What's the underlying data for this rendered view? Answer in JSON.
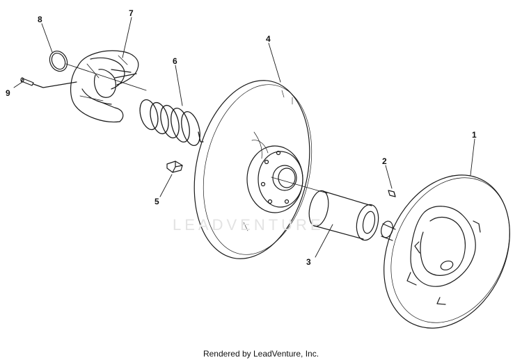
{
  "callouts": {
    "c1": "1",
    "c2": "2",
    "c3": "3",
    "c4": "4",
    "c5": "5",
    "c6": "6",
    "c7": "7",
    "c8": "8",
    "c9": "9"
  },
  "watermark": "LEADVENTURE",
  "credit": "Rendered by LeadVenture, Inc.",
  "colors": {
    "line": "#1a1a1a",
    "watermark": "#e3e3e3"
  }
}
